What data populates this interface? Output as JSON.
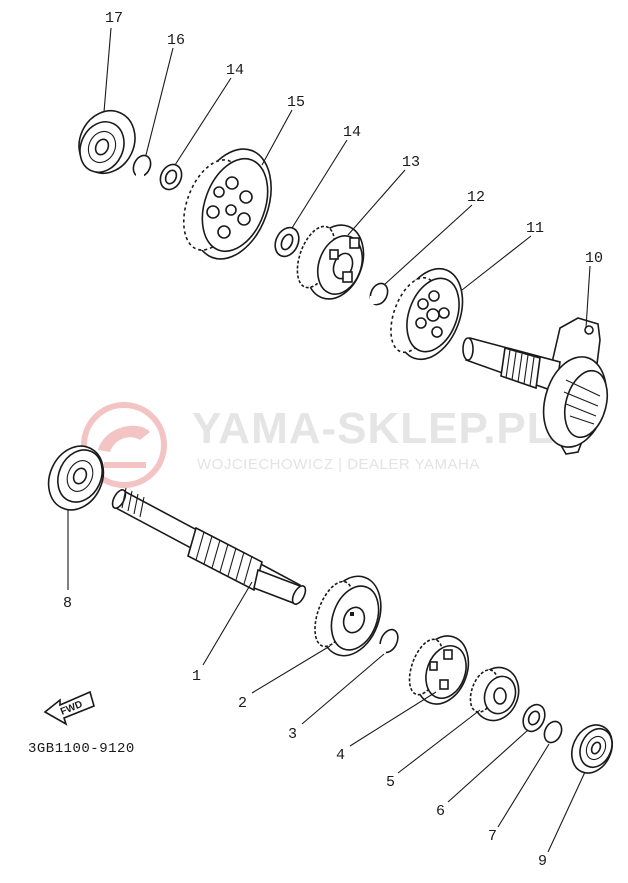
{
  "diagram": {
    "part_code": "3GB1100-9120",
    "direction_label": "FWD",
    "watermark": {
      "title": "YAMA-SKLEP.PL",
      "subtitle": "WOJCIECHOWICZ | DEALER YAMAHA",
      "logo_color": "#f2b8b8",
      "text_color": "#e5e5e5"
    },
    "ink_color": "#1a1a1a",
    "callouts": [
      "1",
      "2",
      "3",
      "4",
      "5",
      "6",
      "7",
      "8",
      "9",
      "10",
      "11",
      "12",
      "13",
      "14",
      "14",
      "15",
      "16",
      "17"
    ]
  }
}
